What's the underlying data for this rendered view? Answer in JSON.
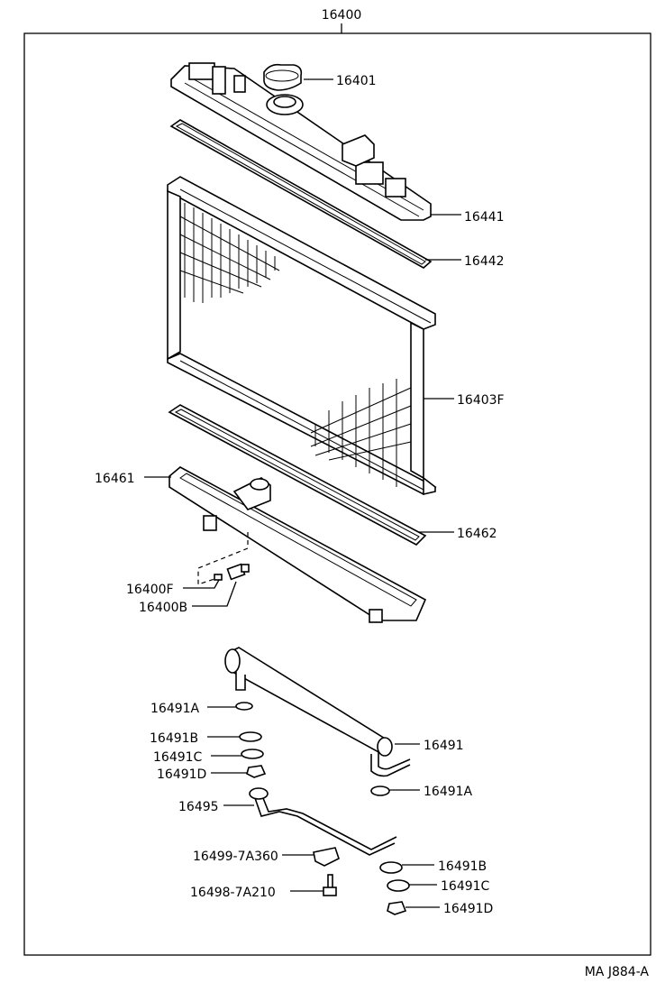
{
  "diagram": {
    "top_part_number": "16400",
    "footer_code": "MA J884-A",
    "callouts": [
      {
        "id": "16401",
        "text": "16401"
      },
      {
        "id": "16441",
        "text": "16441"
      },
      {
        "id": "16442",
        "text": "16442"
      },
      {
        "id": "16403F",
        "text": "16403F"
      },
      {
        "id": "16461",
        "text": "16461"
      },
      {
        "id": "16462",
        "text": "16462"
      },
      {
        "id": "16400F",
        "text": "16400F"
      },
      {
        "id": "16400B",
        "text": "16400B"
      },
      {
        "id": "16491A_1",
        "text": "16491A"
      },
      {
        "id": "16491B_1",
        "text": "16491B"
      },
      {
        "id": "16491C_1",
        "text": "16491C"
      },
      {
        "id": "16491D_1",
        "text": "16491D"
      },
      {
        "id": "16491",
        "text": "16491"
      },
      {
        "id": "16491A_2",
        "text": "16491A"
      },
      {
        "id": "16495",
        "text": "16495"
      },
      {
        "id": "16499-7A360",
        "text": "16499-7A360"
      },
      {
        "id": "16498-7A210",
        "text": "16498-7A210"
      },
      {
        "id": "16491B_2",
        "text": "16491B"
      },
      {
        "id": "16491C_2",
        "text": "16491C"
      },
      {
        "id": "16491D_2",
        "text": "16491D"
      }
    ]
  }
}
